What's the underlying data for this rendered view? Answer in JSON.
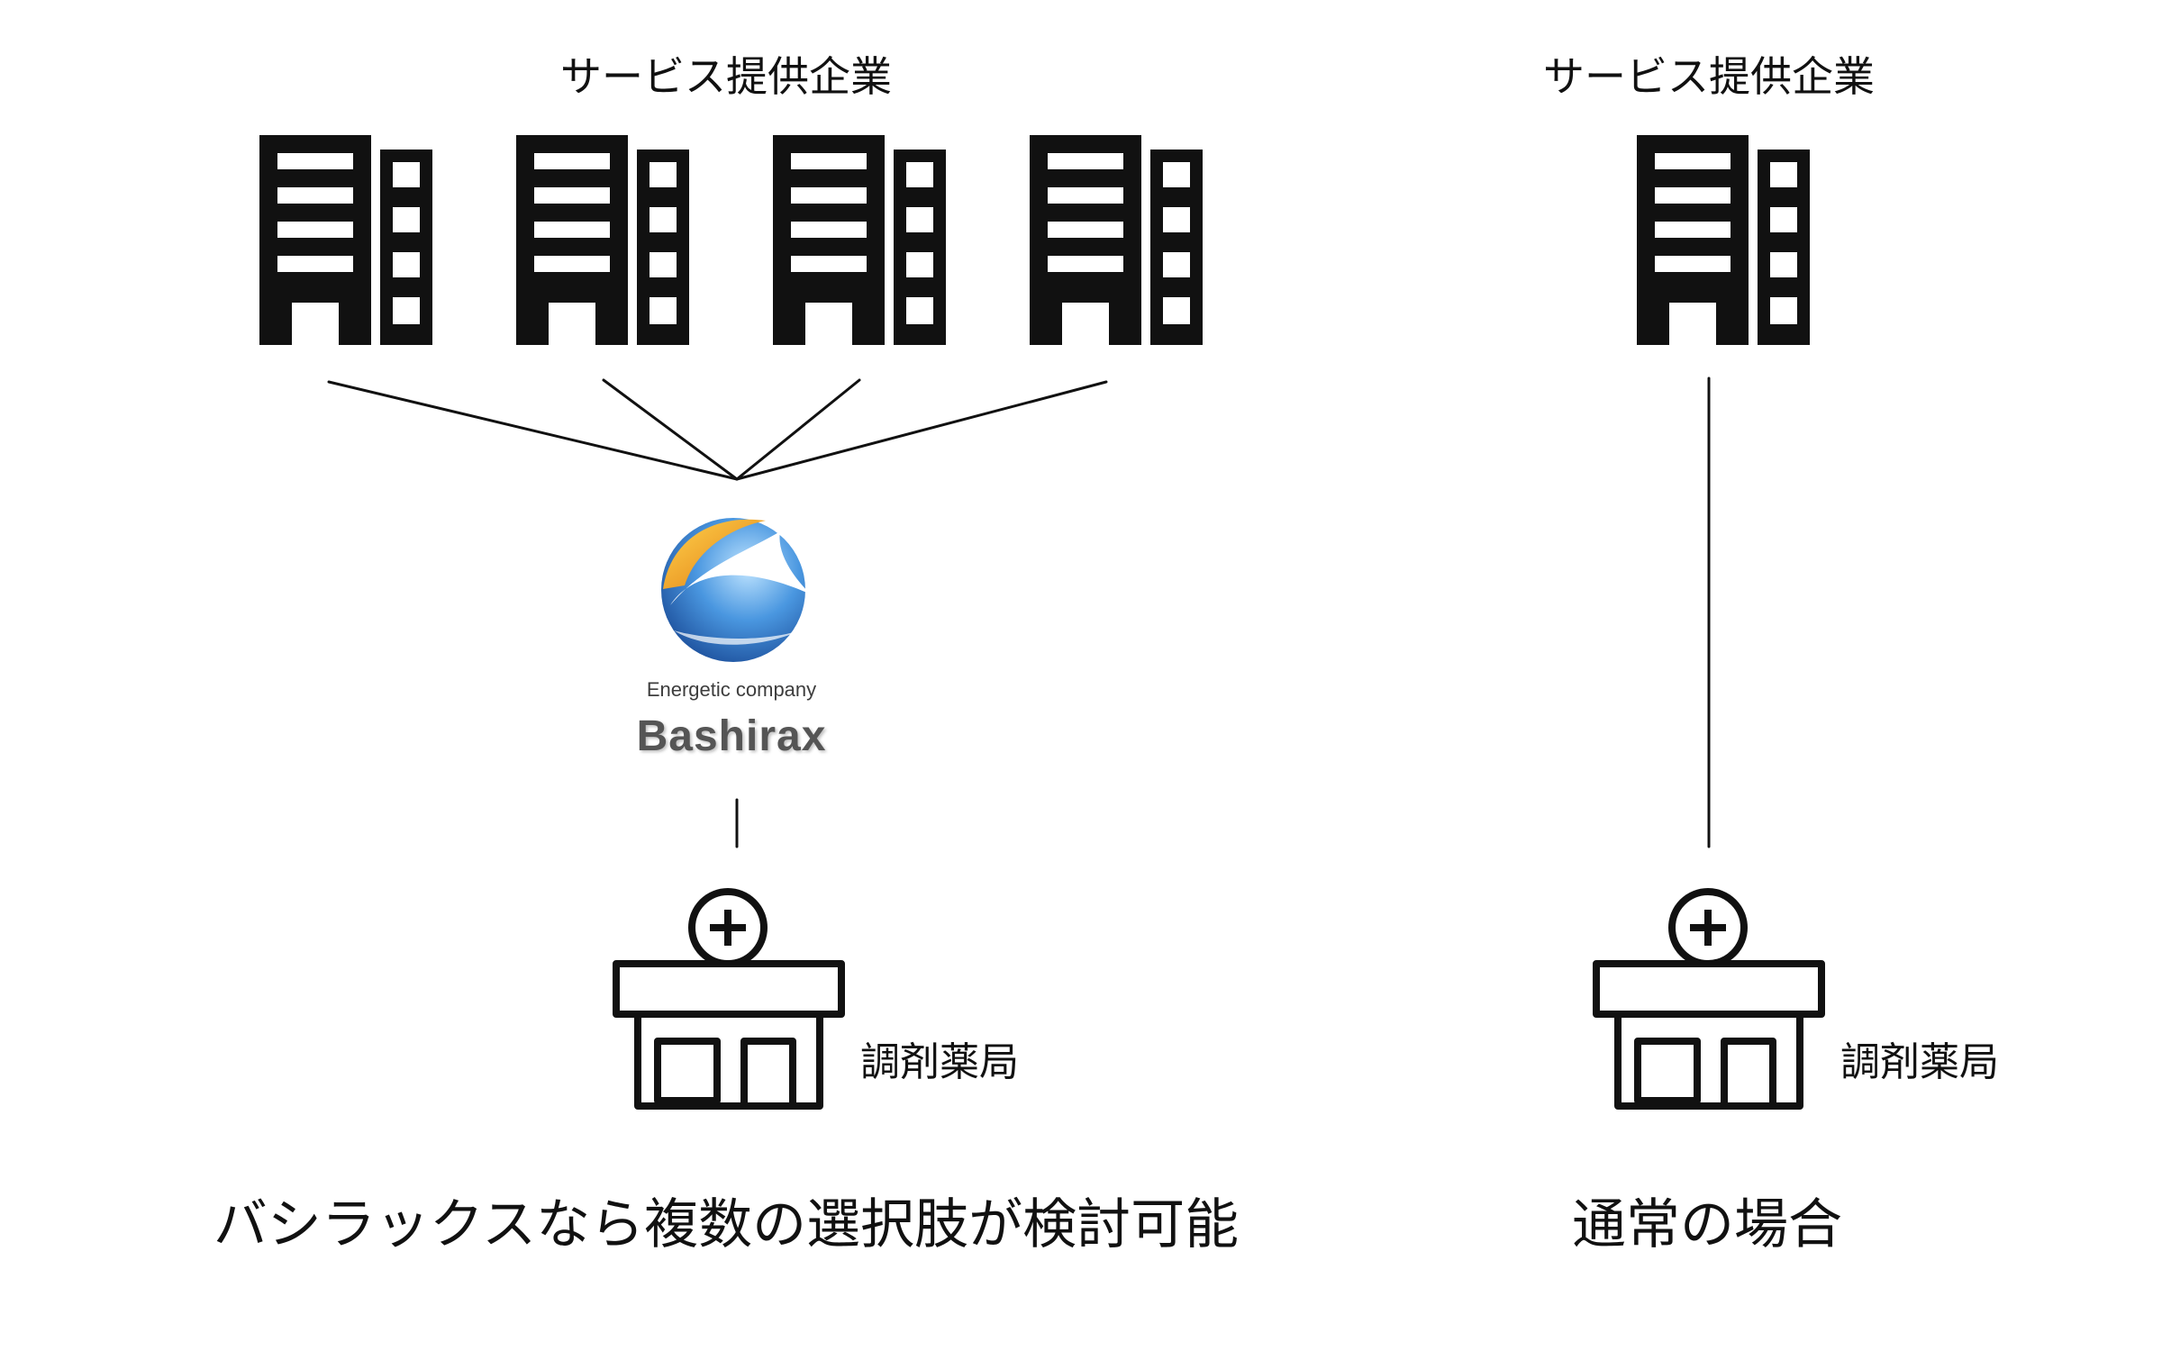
{
  "left_group": {
    "header": "サービス提供企業",
    "building_count": 4,
    "logo": {
      "tagline": "Energetic company",
      "name": "Bashirax"
    },
    "pharmacy_label": "調剤薬局",
    "caption": "バシラックスなら複数の選択肢が検討可能"
  },
  "right_group": {
    "header": "サービス提供企業",
    "building_count": 1,
    "pharmacy_label": "調剤薬局",
    "caption": "通常の場合"
  },
  "colors": {
    "ink": "#111111",
    "logo_orange": "#f0a020",
    "logo_blue": "#1f5fb0",
    "logo_text": "#555555"
  },
  "icons": {
    "company": "office-building-icon",
    "pharmacy": "pharmacy-icon",
    "logo": "bashirax-logo"
  }
}
